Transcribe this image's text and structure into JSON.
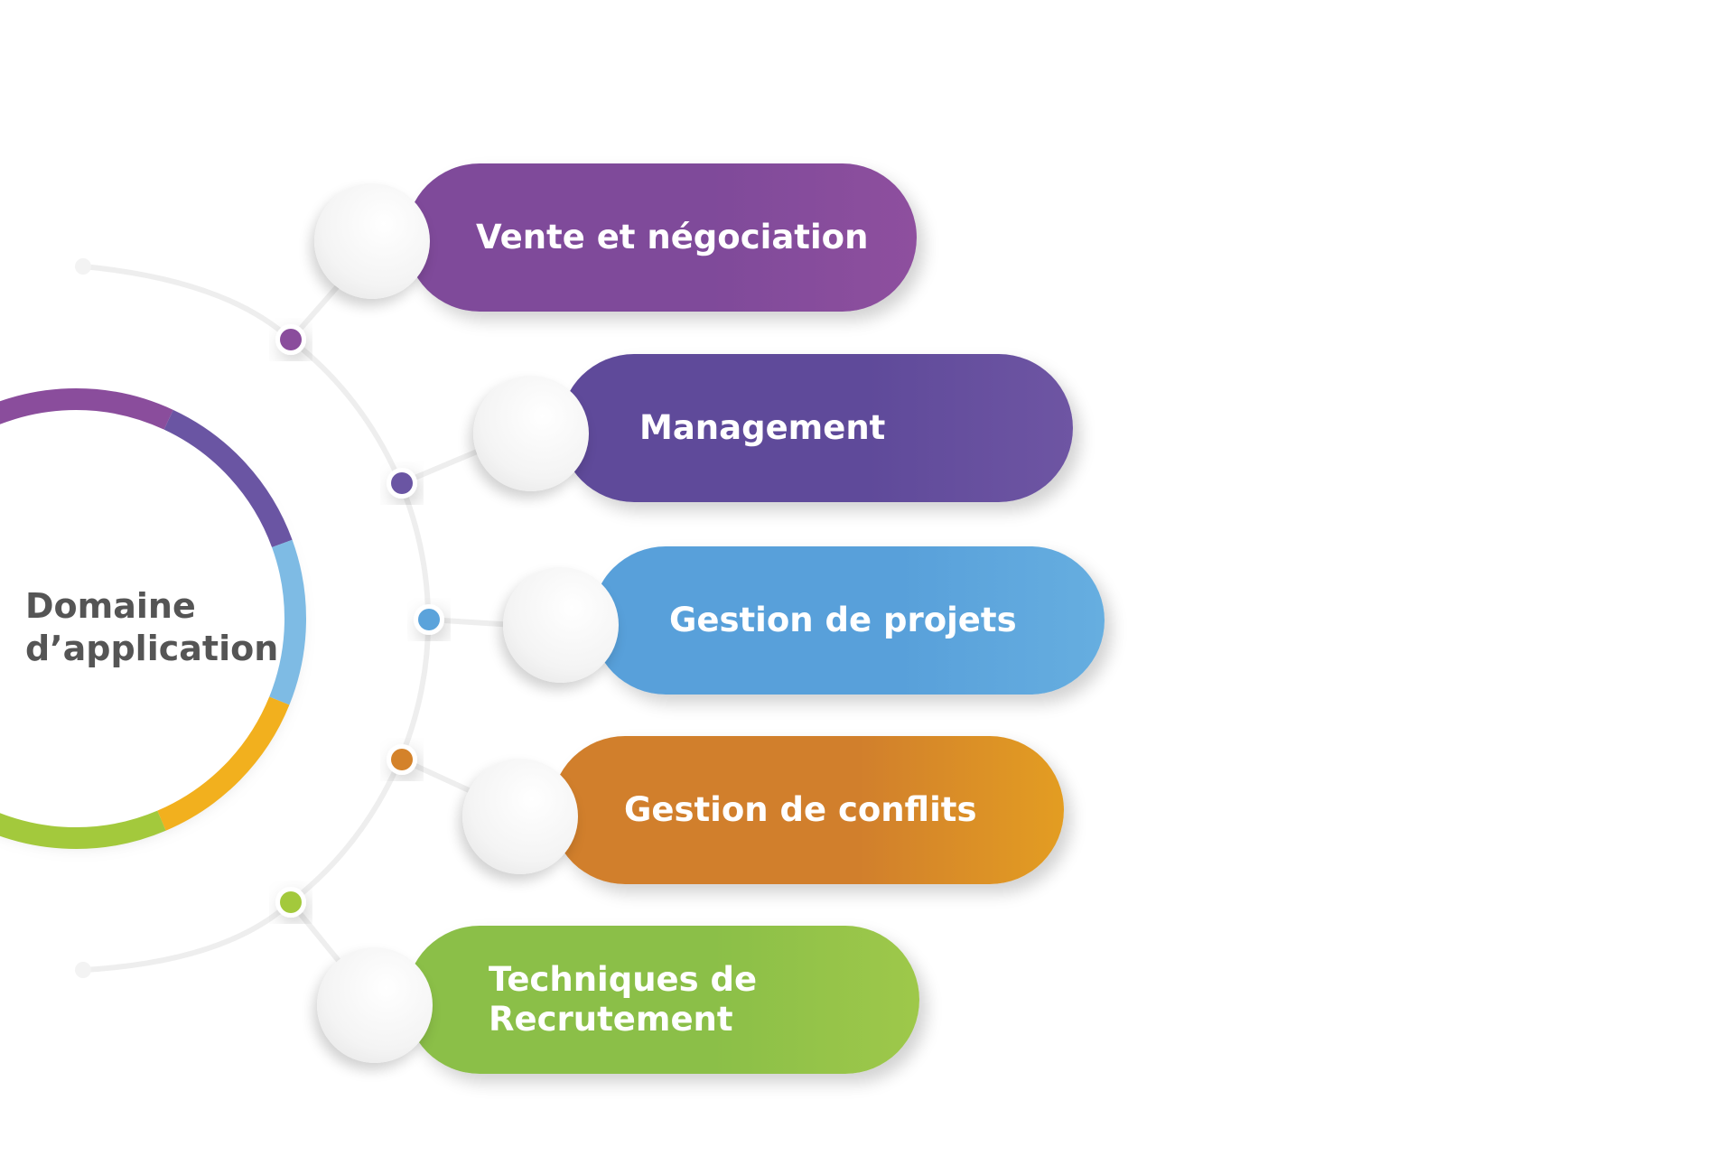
{
  "center": {
    "line1": "Domaine",
    "line2": "d’application"
  },
  "items": [
    {
      "label": "Vente et négociation",
      "color_start": "#7f4a9a",
      "color_end": "#8e4f9e"
    },
    {
      "label": "Management",
      "color_start": "#5f4a9a",
      "color_end": "#6e55a3"
    },
    {
      "label": "Gestion de projets",
      "color_start": "#58a0da",
      "color_end": "#66aee0"
    },
    {
      "label": "Gestion de conflits",
      "color_start": "#d17f2c",
      "color_end": "#e39d22"
    },
    {
      "label": "Techniques de\nRecrutement",
      "color_start": "#8bbf48",
      "color_end": "#9ec84a"
    }
  ],
  "ring_colors": {
    "purple": "#8a4d9c",
    "violet": "#6a55a3",
    "blue": "#7ebbe4",
    "orange": "#f2b01e",
    "green": "#a3c93c"
  }
}
